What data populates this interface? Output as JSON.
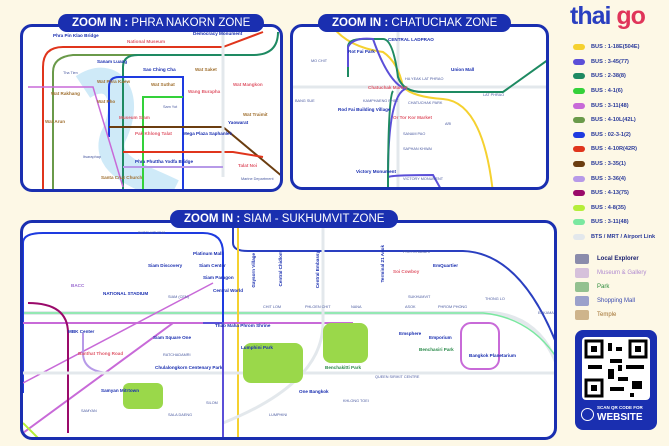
{
  "brand": {
    "logo_a": "thai",
    "logo_b": "go"
  },
  "zones": [
    {
      "title_prefix": "ZOOM IN :",
      "title": "PHRA NAKORN ZONE",
      "places": [
        "Phra Pin Klao Bridge",
        "Democracy Monument",
        "National Museum",
        "Sanam Luang",
        "Sao Ching Cha",
        "Wat Suthat",
        "Wat Saket",
        "Wat Phra Kaew",
        "Wat Pho",
        "Wat Arun",
        "Wat Rakhang",
        "Museum Siam",
        "Mega Plaza Saphanlek",
        "Pak Khlong Talat",
        "Phra Phuttha Yodfa Bridge",
        "Santa Cruz Church",
        "Wat Mangkon",
        "Wat Traimit",
        "Yaowarat",
        "Talat Noi",
        "Marine Department",
        "Itsaraphap",
        "Tha Tien",
        "Sam Yot",
        "Wang Burapha"
      ]
    },
    {
      "title_prefix": "ZOOM IN :",
      "title": "CHATUCHAK ZONE",
      "places": [
        "CENTRAL LADPRAO",
        "Rot Fai Park",
        "Union Mall",
        "HA YEAK LAT PHRAO",
        "Chatuchak Market",
        "CHATUCHAK PARK",
        "KAMPHAENG PHET",
        "BANG SUE",
        "LAT PHRAO",
        "Rod Fai Building Village",
        "Or Tor Kor Market",
        "ARI",
        "SANAM PAO",
        "Victory Monument",
        "VICTORY MONUMENT",
        "MO CHIT",
        "SAPHAN KHWAI"
      ]
    },
    {
      "title_prefix": "ZOOM IN :",
      "title": "SIAM - SUKHUMVIT ZONE",
      "places": [
        "RATCHATHEWI",
        "Platinum Mall",
        "Siam Discovery",
        "Siam Center",
        "Siam Paragon",
        "Central World",
        "Gaysorn Village",
        "Central Chidlom",
        "Central Embassy",
        "Terminal 21 Asok",
        "BACC",
        "NATIONAL STADIUM",
        "SIAM (CEN)",
        "MBK Center",
        "Banthat Thong Road",
        "Siam Square One",
        "Thao Maha Phrom Shrine",
        "RATCHADAMRI",
        "Chulalongkorn Centenary Park",
        "Lumphini Park",
        "Samyan Mitrtown",
        "SAMYAN",
        "SALA DAENG",
        "SILOM",
        "LUMPHINI",
        "PHLOEN CHIT",
        "NANA",
        "ASOK",
        "SUKHUMVIT",
        "PHETCHABURI",
        "Soi Cowboy",
        "EmQuartier",
        "PHROM PHONG",
        "THONG LO",
        "EKKAMAI",
        "Emsphere",
        "Emporium",
        "Benchasiri Park",
        "Bangkok Planetarium",
        "Benchakitti Park",
        "QUEEN SIRIKIT CENTRE",
        "KHLONG TOEI",
        "One Bangkok",
        "CHIT LOM"
      ]
    }
  ],
  "legend": [
    {
      "label": "BUS : 1-18E(504E)",
      "color": "#f5d130"
    },
    {
      "label": "BUS : 3-45(77)",
      "color": "#5b4fd8"
    },
    {
      "label": "BUS : 2-38(8)",
      "color": "#1e8a62"
    },
    {
      "label": "BUS : 4-1(6)",
      "color": "#34d13a"
    },
    {
      "label": "BUS : 3-11(48)",
      "color": "#c86ad8"
    },
    {
      "label": "BUS : 4-10L(42L)",
      "color": "#6a9a4a"
    },
    {
      "label": "BUS : 02-3-1(2)",
      "color": "#1e3be0"
    },
    {
      "label": "BUS : 4-10R(42R)",
      "color": "#e0351c"
    },
    {
      "label": "BUS : 3-35(1)",
      "color": "#6b3d10"
    },
    {
      "label": "BUS : 3-36(4)",
      "color": "#b79ae8"
    },
    {
      "label": "BUS : 4-13(75)",
      "color": "#9a0a6a"
    },
    {
      "label": "BUS : 4-8(35)",
      "color": "#b5ee3a"
    },
    {
      "label": "BUS : 3-11(48)",
      "color": "#7ae8a0"
    },
    {
      "label": "BTS / MRT / Airport Link",
      "color": "#e3e8ec"
    }
  ],
  "categories": [
    {
      "label": "Local Explorer",
      "color": "#1a2070",
      "icon": "local-explorer-icon"
    },
    {
      "label": "Museum & Gallery",
      "color": "#b08ad0",
      "icon": "museum-icon"
    },
    {
      "label": "Park",
      "color": "#2a8a3a",
      "icon": "park-icon"
    },
    {
      "label": "Shopping Mall",
      "color": "#3a4ab0",
      "icon": "shopping-mall-icon"
    },
    {
      "label": "Temple",
      "color": "#a07030",
      "icon": "temple-icon"
    }
  ],
  "qr": {
    "line1": "SCAN QR CODE FOR",
    "line2": "WEBSITE"
  }
}
